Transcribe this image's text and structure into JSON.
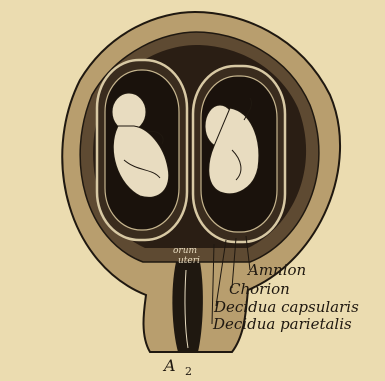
{
  "labels": {
    "amnion": "Amnion",
    "chorion": "Chorion",
    "decidua_capsularis": "Decidua capsularis",
    "decidua_parietalis": "Decidua parietalis",
    "os_word_1": "orum",
    "os_word_2": "uteri",
    "figure_letter": "A",
    "figure_number": "2"
  },
  "colors": {
    "paper": "#ebdcb0",
    "ink": "#1f1810",
    "uterine_wall": "#b89e6e",
    "cavity": "#2a1e14",
    "fetus": "#e8dcc0"
  }
}
